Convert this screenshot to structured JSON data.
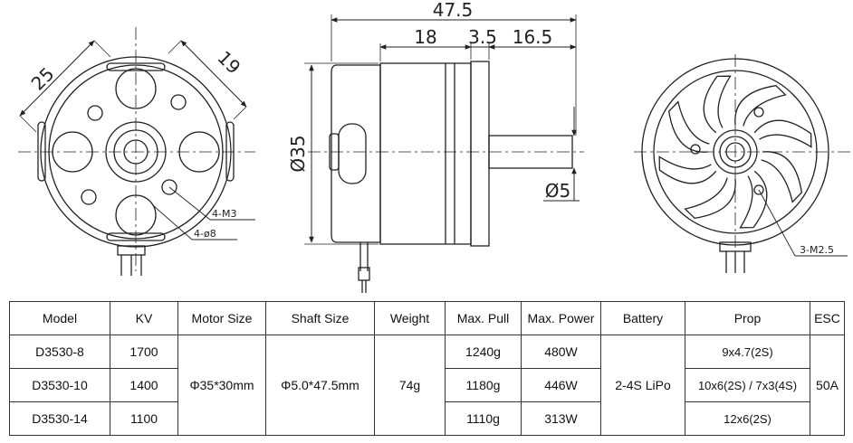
{
  "drawing": {
    "dimensions": {
      "length_total": "47.5",
      "length_body": "18",
      "length_mid": "3.5",
      "length_shaft": "16.5",
      "front_diag_a": "25",
      "front_diag_b": "19",
      "diameter": "Ø35",
      "shaft_diameter": "Ø5"
    },
    "callouts": {
      "front_screws": "4-M3",
      "front_holes": "4-ø8",
      "rear_screws": "3-M2.5"
    }
  },
  "table": {
    "headers": [
      "Model",
      "KV",
      "Motor Size",
      "Shaft Size",
      "Weight",
      "Max. Pull",
      "Max. Power",
      "Battery",
      "Prop",
      "ESC"
    ],
    "rows": [
      {
        "model": "D3530-8",
        "kv": "1700",
        "pull": "1240g",
        "power": "480W",
        "prop": "9x4.7(2S)"
      },
      {
        "model": "D3530-10",
        "kv": "1400",
        "pull": "1180g",
        "power": "446W",
        "prop": "10x6(2S) / 7x3(4S)"
      },
      {
        "model": "D3530-14",
        "kv": "1100",
        "pull": "1110g",
        "power": "313W",
        "prop": "12x6(2S)"
      }
    ],
    "shared": {
      "motor_size": "Φ35*30mm",
      "shaft_size": "Φ5.0*47.5mm",
      "weight": "74g",
      "battery": "2-4S LiPo",
      "esc": "50A"
    }
  }
}
